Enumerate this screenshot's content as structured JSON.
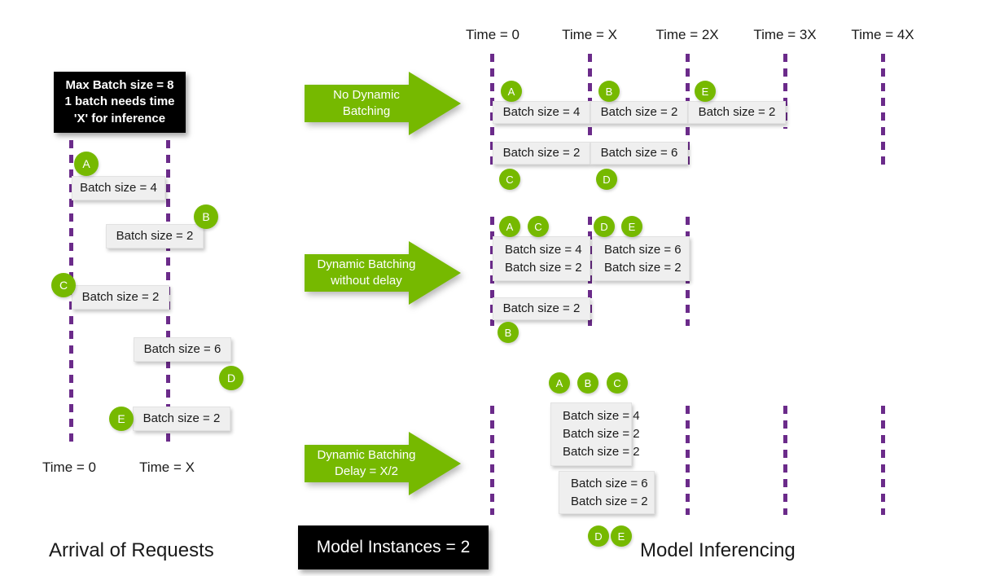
{
  "meta": {
    "accent_green": "#76b900",
    "line_purple": "#6b2b8a",
    "box_grey": "#efefef"
  },
  "callouts": {
    "max_batch": {
      "line1": "Max Batch size = 8",
      "line2": "1 batch needs time",
      "line3": "'X' for inference"
    },
    "model_instances": "Model Instances = 2"
  },
  "captions": {
    "left": "Arrival of Requests",
    "right": "Model Inferencing"
  },
  "left_panel": {
    "time_labels": [
      {
        "text": "Time = 0"
      },
      {
        "text": "Time = X"
      }
    ],
    "requests": [
      {
        "id": "A",
        "label": "Batch size = 4"
      },
      {
        "id": "B",
        "label": "Batch size = 2"
      },
      {
        "id": "C",
        "label": "Batch size = 2"
      },
      {
        "id": "D",
        "label": "Batch size = 6"
      },
      {
        "id": "E",
        "label": "Batch size = 2"
      }
    ]
  },
  "right_panel": {
    "time_labels": [
      {
        "text": "Time = 0"
      },
      {
        "text": "Time = X"
      },
      {
        "text": "Time = 2X"
      },
      {
        "text": "Time = 3X"
      },
      {
        "text": "Time = 4X"
      }
    ],
    "rows": [
      {
        "arrow_label_line1": "No Dynamic",
        "arrow_label_line2": "Batching",
        "instances": [
          {
            "slots": [
              {
                "badges": [
                  "A"
                ],
                "lines": [
                  "Batch size = 4"
                ]
              },
              {
                "badges": [
                  "B"
                ],
                "lines": [
                  "Batch size = 2"
                ]
              },
              {
                "badges": [
                  "E"
                ],
                "lines": [
                  "Batch size = 2"
                ]
              }
            ]
          },
          {
            "slots": [
              {
                "badges": [
                  "C"
                ],
                "lines": [
                  "Batch size = 2"
                ]
              },
              {
                "badges": [
                  "D"
                ],
                "lines": [
                  "Batch size = 6"
                ]
              }
            ]
          }
        ]
      },
      {
        "arrow_label_line1": "Dynamic Batching",
        "arrow_label_line2": "without delay",
        "instances": [
          {
            "slots": [
              {
                "badges": [
                  "A",
                  "C"
                ],
                "lines": [
                  "Batch size = 4",
                  "Batch size = 2"
                ]
              },
              {
                "badges": [
                  "D",
                  "E"
                ],
                "lines": [
                  "Batch size = 6",
                  "Batch size = 2"
                ]
              }
            ]
          },
          {
            "slots": [
              {
                "badges": [
                  "B"
                ],
                "lines": [
                  "Batch size = 2"
                ]
              }
            ]
          }
        ]
      },
      {
        "arrow_label_line1": "Dynamic Batching",
        "arrow_label_line2": "Delay = X/2",
        "instances": [
          {
            "slots": [
              {
                "badges": [
                  "A",
                  "B",
                  "C"
                ],
                "lines": [
                  "Batch size = 4",
                  "Batch size = 2",
                  "Batch size = 2"
                ]
              }
            ]
          },
          {
            "slots": [
              {
                "badges": [
                  "D",
                  "E"
                ],
                "lines": [
                  "Batch size = 6",
                  "Batch size = 2"
                ]
              }
            ]
          }
        ]
      }
    ]
  }
}
